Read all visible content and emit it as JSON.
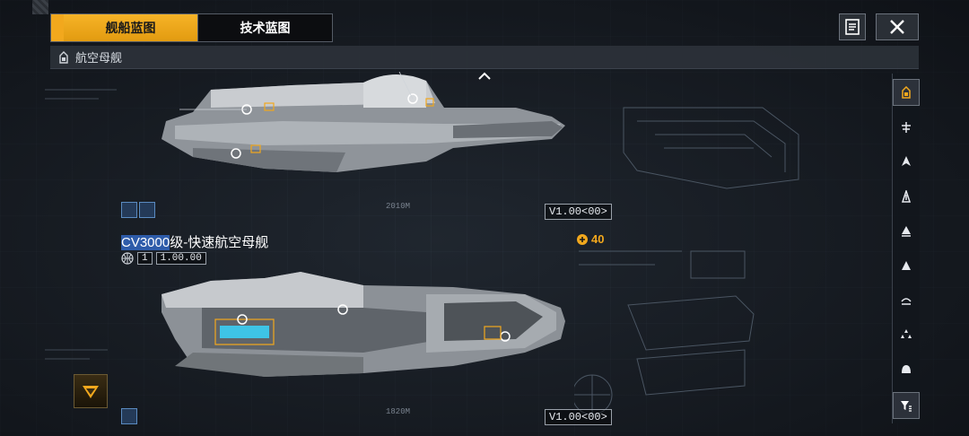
{
  "tabs": [
    {
      "label": "舰船蓝图",
      "active": true
    },
    {
      "label": "技术蓝图",
      "active": false
    }
  ],
  "header": {
    "doc_icon": "document-icon",
    "close_icon": "close-icon"
  },
  "category": {
    "label": "航空母舰",
    "icon": "carrier-icon"
  },
  "ships": [
    {
      "id_label": "CV3000",
      "title_suffix": "级-快速航空母舰",
      "scale_text": "1820M",
      "version": "V1.00<00>"
    },
    {
      "scale_text": "2010M",
      "version": "V1.00<00>"
    }
  ],
  "ratio": {
    "prefix": "1",
    "value": "1.00.00"
  },
  "currency": {
    "amount": "40",
    "icon": "coin-icon"
  },
  "rail": [
    {
      "icon": "carrier-icon",
      "active": true
    },
    {
      "icon": "frigate-icon"
    },
    {
      "icon": "destroyer-icon"
    },
    {
      "icon": "cruiser-icon"
    },
    {
      "icon": "battlecruiser-icon"
    },
    {
      "icon": "corvette-icon"
    },
    {
      "icon": "aux-ship-icon"
    },
    {
      "icon": "fleet-icon"
    },
    {
      "icon": "station-icon"
    },
    {
      "icon": "filter-icon",
      "active": true
    }
  ],
  "colors": {
    "accent": "#f2a81d",
    "highlight": "#2e5caa"
  }
}
